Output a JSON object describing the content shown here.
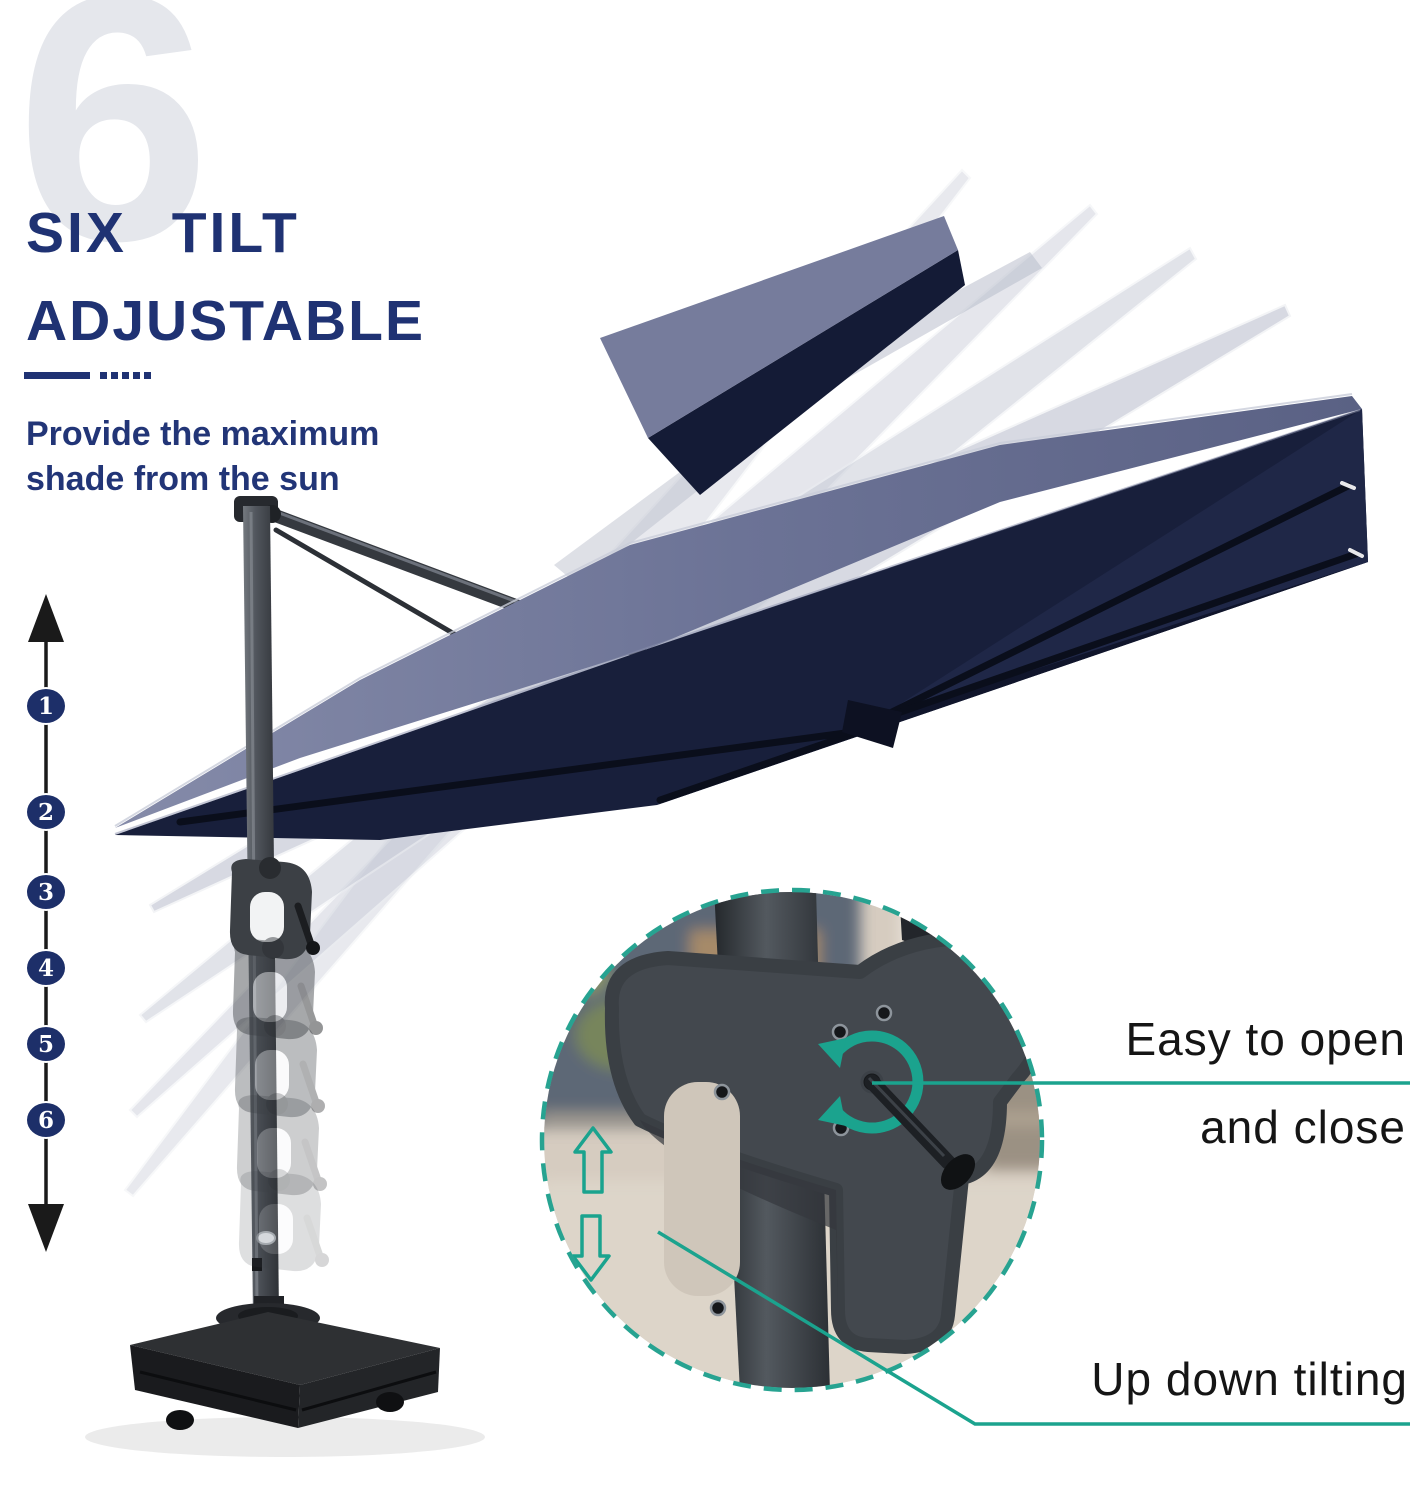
{
  "feature": {
    "big_number": "6",
    "title_line1": "SIX TILT",
    "title_line2": "ADJUSTABLE",
    "subtitle_line1": "Provide the maximum",
    "subtitle_line2": "shade from the sun"
  },
  "tilt_scale": {
    "positions": [
      "1",
      "2",
      "3",
      "4",
      "5",
      "6"
    ]
  },
  "callouts": {
    "open_close_line1": "Easy to open",
    "open_close_line2": "and close",
    "tilt": "Up down tilting"
  },
  "colors": {
    "heading": "#1f3273",
    "accent_teal": "#1ba38e",
    "canopy_top": "#6d7394",
    "canopy_underside": "#181f3b",
    "ghost_canopy": "#c6cad6",
    "number_badge": "#1d2f69",
    "big_number": "#e5e7ec",
    "caption_text": "#151515",
    "pole_gray": "#4a4f56",
    "base_black": "#1a1b1e"
  },
  "icons": {
    "scale": "vertical-double-arrow-icon",
    "crank": "rotation-arrows-icon",
    "tilt_up": "up-outline-arrow-icon",
    "tilt_down": "down-outline-arrow-icon"
  }
}
